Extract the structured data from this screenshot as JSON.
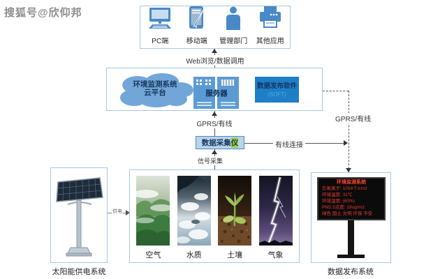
{
  "watermark": "搜狐号@欣仰邦",
  "colors": {
    "accent_blue": "#4a89c8",
    "box_border": "#a6c8e4",
    "software_blue": "#1e7ec6",
    "led_red": "#e23b2e",
    "highlight_green": "#9ed060"
  },
  "apps": {
    "items": [
      {
        "label": "PC端",
        "icon": "desktop-icon"
      },
      {
        "label": "移动端",
        "icon": "tablet-icon"
      },
      {
        "label": "管理部门",
        "icon": "person-icon"
      },
      {
        "label": "其他应用",
        "icon": "printer-icon"
      }
    ]
  },
  "connections": {
    "web_label": "Web浏览/数据调用",
    "gprs_center_label": "GPRS/有线",
    "gprs_right_label": "GPRS/有线",
    "wired_label": "有线连接",
    "signal_label": "信号采集",
    "power_label": "供电"
  },
  "platform": {
    "cloud_line1": "环境监测系统",
    "cloud_line2": "云平台",
    "server_label": "服务器",
    "software_label": "数据发布软件",
    "software_sublabel": "(SOFT)"
  },
  "collector": {
    "label": "数据采集",
    "label_highlighted": "仪"
  },
  "solar": {
    "caption": "太阳能供电系统"
  },
  "sensors": {
    "items": [
      {
        "label": "空气"
      },
      {
        "label": "水质"
      },
      {
        "label": "土壤"
      },
      {
        "label": "气象"
      }
    ]
  },
  "led": {
    "title": "环境监测系统",
    "lines": [
      "负氧离子: 1054个/cm3",
      "环境温度: 31℃",
      "环境湿度: (60%)",
      "PM2.5浓度: 19ug/m3",
      "绿色 国土 文明 环保 平安"
    ],
    "caption": "数据发布系统"
  }
}
